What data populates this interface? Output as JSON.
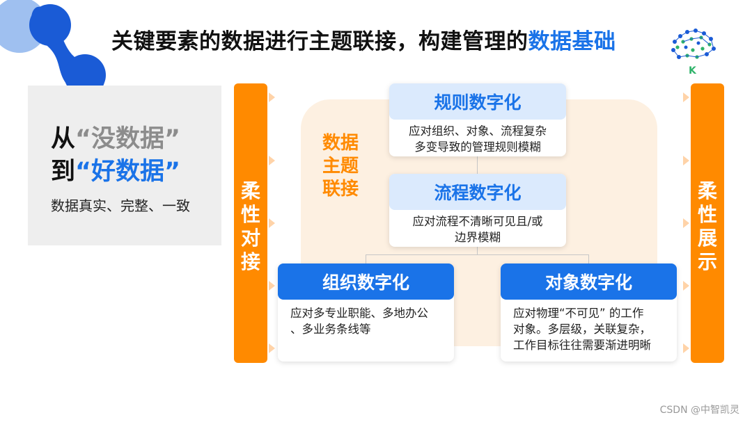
{
  "title": {
    "main": "关键要素的数据进行主题联接，构建管理的",
    "highlight": "数据基础"
  },
  "left_panel": {
    "line1_prefix": "从",
    "line1_quote": "“没数据”",
    "line2_prefix": "到",
    "line2_quote": "“好数据”",
    "subtitle": "数据真实、完整、一致"
  },
  "left_bar": {
    "label": "柔性对接"
  },
  "right_bar": {
    "label": "柔性展示"
  },
  "center_label": "数据主题联接",
  "cards": {
    "rules": {
      "title": "规则数字化",
      "body": "应对组织、对象、流程复杂\n多变导致的管理规则模糊"
    },
    "process": {
      "title": "流程数字化",
      "body": "应对流程不清晰可见且/或\n边界模糊"
    },
    "org": {
      "title": "组织数字化",
      "body": "应对多专业职能、多地办公\n、多业务条线等"
    },
    "object": {
      "title": "对象数字化",
      "body": "应对物理“不可见” 的工作\n对象。多层级，关联复杂，\n工作目标往往需要渐进明晰"
    }
  },
  "logo_letter": "K",
  "watermark": "CSDN @中智凯灵",
  "colors": {
    "orange": "#ff8a00",
    "blue": "#1a73e8",
    "light_blue": "#dbeafd",
    "peach": "#fdf0e1",
    "panel_grey": "#eeeeee"
  }
}
